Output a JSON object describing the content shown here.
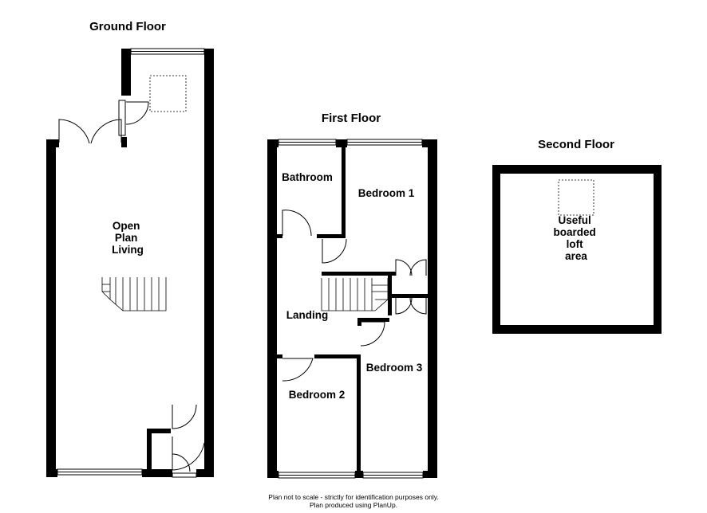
{
  "floors": {
    "ground": {
      "title": "Ground Floor",
      "rooms": {
        "open_plan": [
          "Open",
          "Plan",
          "Living"
        ]
      }
    },
    "first": {
      "title": "First Floor",
      "rooms": {
        "bathroom": "Bathroom",
        "bedroom1": "Bedroom 1",
        "landing": "Landing",
        "bedroom2": "Bedroom 2",
        "bedroom3": "Bedroom 3"
      }
    },
    "second": {
      "title": "Second Floor",
      "rooms": {
        "loft": [
          "Useful",
          "boarded",
          "loft",
          "area"
        ]
      }
    }
  },
  "footer": {
    "line1": "Plan not to scale - strictly for identification purposes only.",
    "line2": "Plan produced using PlanUp."
  }
}
